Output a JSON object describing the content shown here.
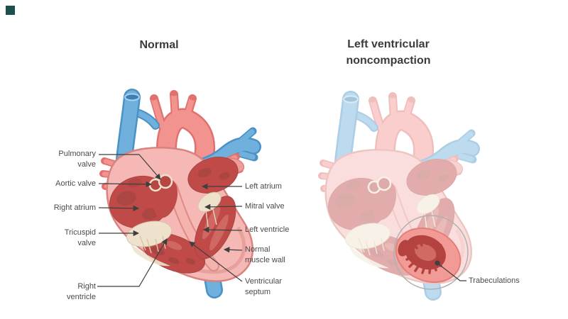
{
  "titles": {
    "left": "Normal",
    "right_lines": [
      "Left ventricular",
      "noncompaction"
    ]
  },
  "annotations": {
    "left": [
      {
        "name": "pulmonary-valve",
        "lines": [
          "Pulmonary",
          "valve"
        ]
      },
      {
        "name": "aortic-valve",
        "lines": [
          "Aortic valve"
        ]
      },
      {
        "name": "right-atrium",
        "lines": [
          "Right atrium"
        ]
      },
      {
        "name": "tricuspid-valve",
        "lines": [
          "Tricuspid",
          "valve"
        ]
      },
      {
        "name": "right-ventricle",
        "lines": [
          "Right",
          "ventricle"
        ]
      }
    ],
    "right": [
      {
        "name": "left-atrium",
        "lines": [
          "Left atrium"
        ]
      },
      {
        "name": "mitral-valve",
        "lines": [
          "Mitral valve"
        ]
      },
      {
        "name": "left-ventricle",
        "lines": [
          "Left ventricle"
        ]
      },
      {
        "name": "normal-muscle-wall",
        "lines": [
          "Normal",
          "muscle wall"
        ]
      },
      {
        "name": "ventricular-septum",
        "lines": [
          "Ventricular",
          "septum"
        ]
      }
    ],
    "noncompaction": [
      {
        "name": "trabeculations",
        "lines": [
          "Trabeculations"
        ]
      }
    ]
  },
  "palette": {
    "corner_square": "#1c4f4d",
    "title_text": "#3b3b3b",
    "label_text": "#4a4a4a",
    "leader_line": "#3f3f3f",
    "highlight_circle": "#b0b0b0",
    "vessel_blue": "#6fb0dd",
    "vessel_blue_dark": "#4a92c6",
    "vessel_blue_deep": "#3c7fb3",
    "vessel_pink": "#f2938f",
    "vessel_pink_dark": "#e0716e",
    "wall_pink": "#f5b8b4",
    "wall_outline": "#d9827e",
    "wall_inner_shade": "#e39a95",
    "chamber_red": "#bf4a48",
    "chamber_red_dark": "#a84543",
    "muscle_red_light": "#cf6763",
    "valve_cream": "#eee2cc",
    "valve_cream_dark": "#d9c6a6",
    "apex_salmon": "#f29a95",
    "apex_salmon_outline": "#e57e79",
    "cavity_red": "#b44240",
    "cavity_center": "#d26a64",
    "faded_heart_opacity": "0.45"
  }
}
